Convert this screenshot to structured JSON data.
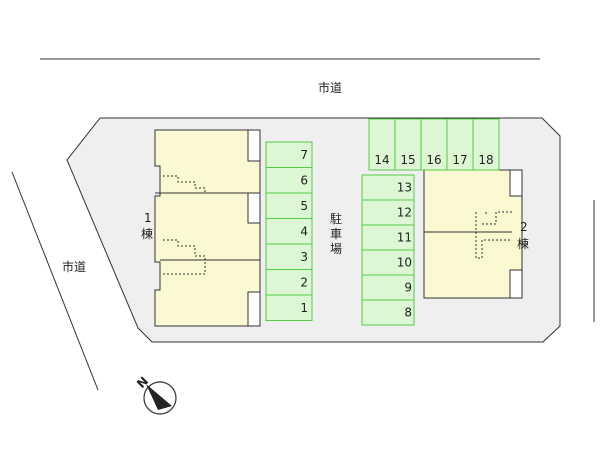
{
  "roads": {
    "top_label": "市道",
    "left_label": "市道"
  },
  "lot": {
    "parking_label": "駐車場"
  },
  "buildings": {
    "b1_label_num": "1",
    "b1_label_kanji": "棟",
    "b2_label_num": "2",
    "b2_label_kanji": "棟"
  },
  "parking": {
    "left_column": [
      "7",
      "6",
      "5",
      "4",
      "3",
      "2",
      "1"
    ],
    "middle_column": [
      "13",
      "12",
      "11",
      "10",
      "9",
      "8"
    ],
    "top_row": [
      "14",
      "15",
      "16",
      "17",
      "18"
    ]
  },
  "compass": {
    "symbol": "N"
  },
  "colors": {
    "lot_fill": "#efefef",
    "building_fill": "#fbf9d2",
    "parking_fill": "#ddf7d4",
    "parking_stroke": "#55cc44",
    "outline": "#333333"
  }
}
